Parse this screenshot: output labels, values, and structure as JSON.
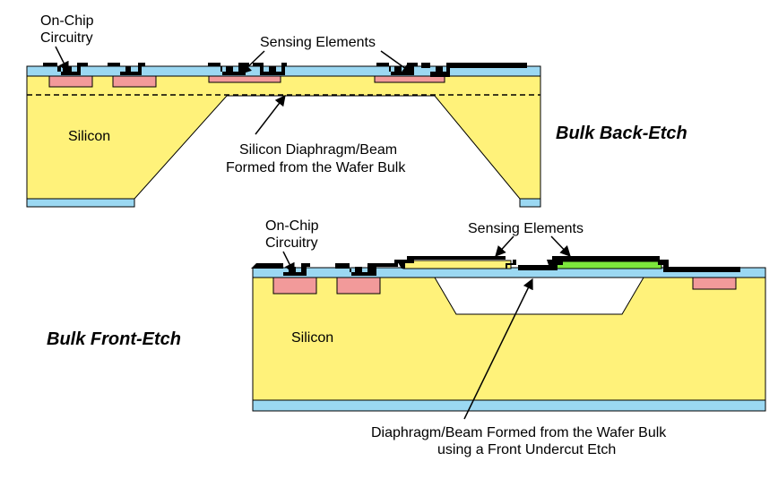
{
  "top_diagram": {
    "label_circuitry_line1": "On-Chip",
    "label_circuitry_line2": "Circuitry",
    "label_sensing": "Sensing Elements",
    "label_silicon": "Silicon",
    "label_diaphragm_line1": "Silicon Diaphragm/Beam",
    "label_diaphragm_line2": "Formed from the Wafer Bulk",
    "title": "Bulk Back-Etch"
  },
  "bottom_diagram": {
    "label_circuitry_line1": "On-Chip",
    "label_circuitry_line2": "Circuitry",
    "label_sensing": "Sensing Elements",
    "label_silicon": "Silicon",
    "label_diaphragm_line1": "Diaphragm/Beam Formed from the Wafer Bulk",
    "label_diaphragm_line2": "using a Front Undercut Etch",
    "title": "Bulk Front-Etch"
  },
  "colors": {
    "silicon": "#FFF27A",
    "oxide": "#9BD8F2",
    "implant": "#F29A9A",
    "metal": "#000000",
    "sensor_green": "#7CE63C"
  }
}
